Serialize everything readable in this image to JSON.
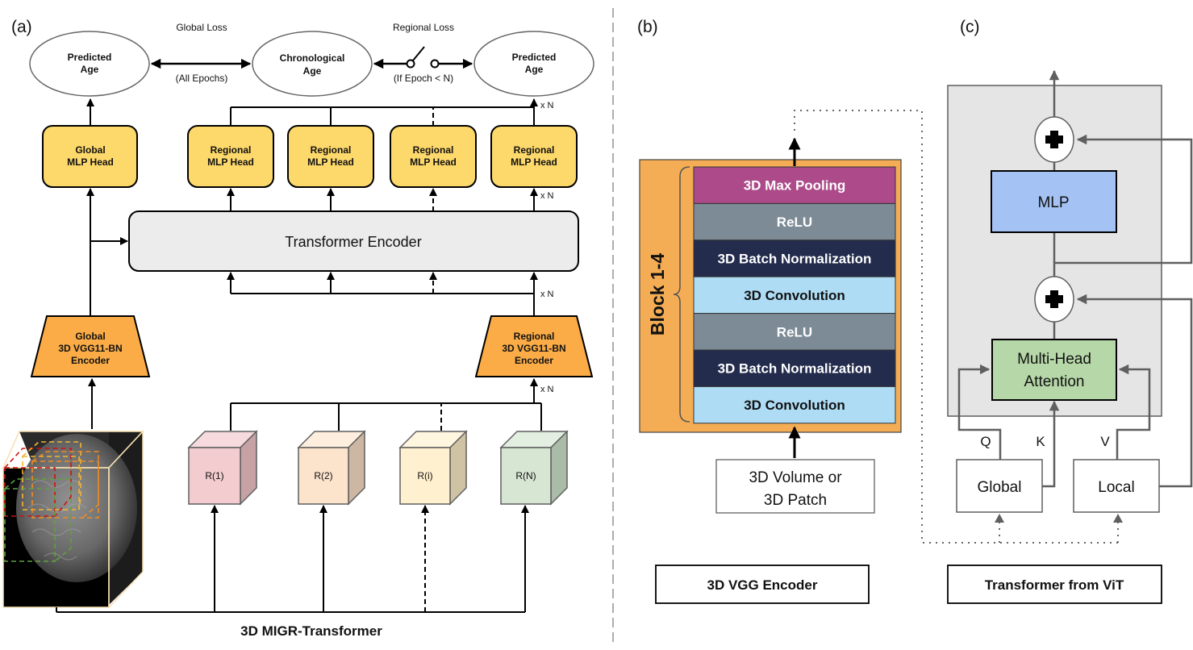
{
  "panel_a": {
    "label": "(a)",
    "caption": "3D MIGR-Transformer",
    "global_loss": {
      "title": "Global Loss",
      "note": "(All Epochs)"
    },
    "regional_loss": {
      "title": "Regional Loss",
      "note": "(If Epoch < N)"
    },
    "ellipses": {
      "predicted_global": [
        "Predicted",
        "Age"
      ],
      "chronological": [
        "Chronological",
        "Age"
      ],
      "predicted_regional": [
        "Predicted",
        "Age"
      ]
    },
    "global_head": [
      "Global",
      "MLP Head"
    ],
    "regional_heads": [
      [
        "Regional",
        "MLP Head"
      ],
      [
        "Regional",
        "MLP Head"
      ],
      [
        "Regional",
        "MLP Head"
      ],
      [
        "Regional",
        "MLP Head"
      ]
    ],
    "transformer": "Transformer Encoder",
    "global_encoder": [
      "Global",
      "3D VGG11-BN",
      "Encoder"
    ],
    "regional_encoder": [
      "Regional",
      "3D VGG11-BN",
      "Encoder"
    ],
    "repeat_marker": "x N",
    "regions": [
      {
        "label": "R(1)",
        "front": "#f2cccf",
        "top": "#f6dadd",
        "side": "#c6a2a5"
      },
      {
        "label": "R(2)",
        "front": "#fbe3cc",
        "top": "#fdeedd",
        "side": "#cdb7a2"
      },
      {
        "label": "R(i)",
        "front": "#fff1cf",
        "top": "#fff6df",
        "side": "#cfc3a3"
      },
      {
        "label": "R(N)",
        "front": "#d7e6d3",
        "top": "#e3efe0",
        "side": "#aabba7"
      }
    ]
  },
  "panel_b": {
    "label": "(b)",
    "caption": "3D VGG Encoder",
    "block_label": "Block 1-4",
    "layers": [
      {
        "label": "3D Max Pooling",
        "fill": "#ad4b8a",
        "text": "#ffffff"
      },
      {
        "label": "ReLU",
        "fill": "#7c8b96",
        "text": "#ffffff"
      },
      {
        "label": "3D Batch Normalization",
        "fill": "#232c4d",
        "text": "#ffffff"
      },
      {
        "label": "3D Convolution",
        "fill": "#aedcf4",
        "text": "#111111"
      },
      {
        "label": "ReLU",
        "fill": "#7c8b96",
        "text": "#ffffff"
      },
      {
        "label": "3D Batch Normalization",
        "fill": "#232c4d",
        "text": "#ffffff"
      },
      {
        "label": "3D Convolution",
        "fill": "#aedcf4",
        "text": "#111111"
      }
    ],
    "input": [
      "3D Volume or",
      "3D Patch"
    ]
  },
  "panel_c": {
    "label": "(c)",
    "caption": "Transformer from ViT",
    "mlp": "MLP",
    "attention": [
      "Multi-Head",
      "Attention"
    ],
    "q": "Q",
    "k": "K",
    "v": "V",
    "global_input": "Global",
    "local_input": "Local"
  },
  "colors": {
    "head_yellow": "#fdd86b",
    "encoder_orange": "#fbac47",
    "transformer_gray": "#ececec",
    "vgg_block_bg": "#f5ad55",
    "mlp_blue": "#a4c2f4",
    "attention_green": "#b6d7a8",
    "vit_block_bg": "#e5e5e5"
  }
}
